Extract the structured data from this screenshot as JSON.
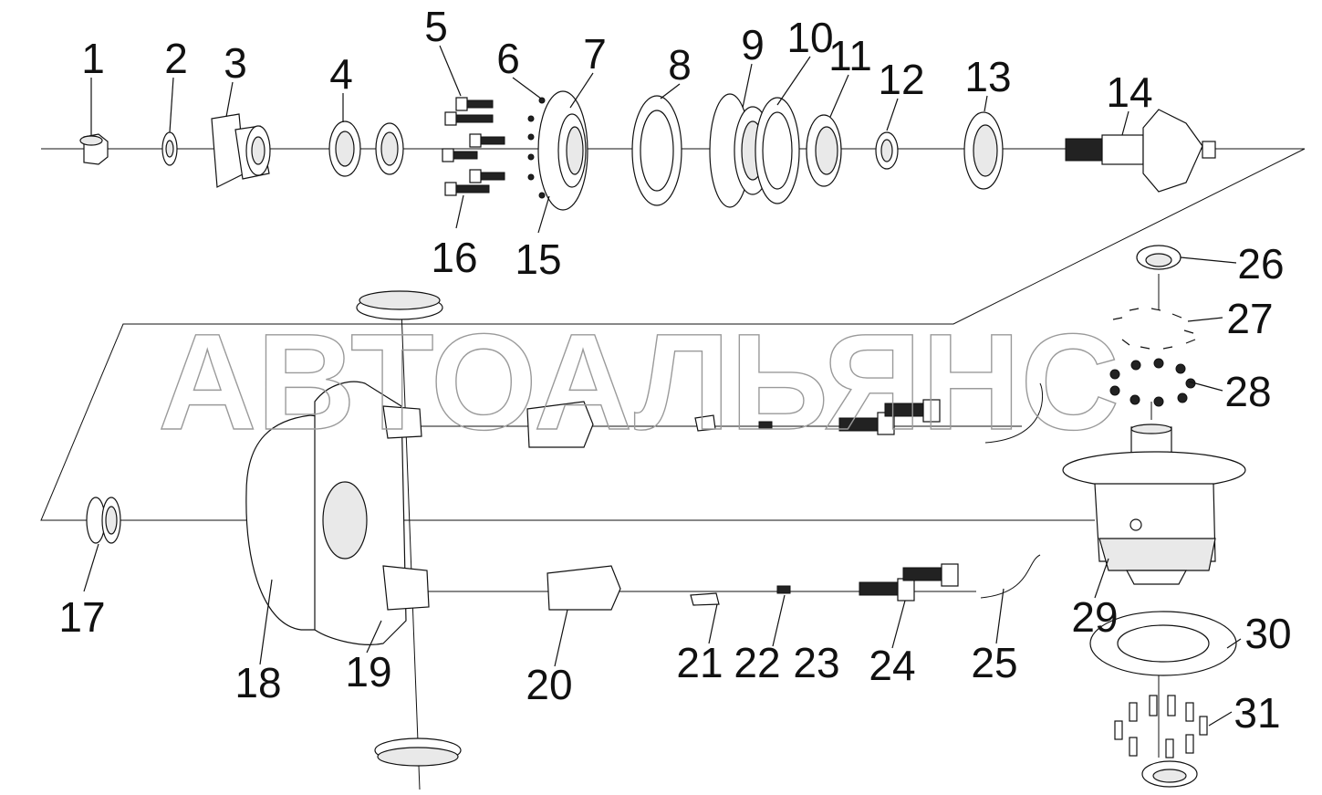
{
  "watermark": "АВТОАЛЬЯНС",
  "labels": [
    "1",
    "2",
    "3",
    "4",
    "5",
    "6",
    "7",
    "8",
    "9",
    "10",
    "11",
    "12",
    "13",
    "14",
    "15",
    "16",
    "17",
    "18",
    "19",
    "20",
    "21",
    "22",
    "23",
    "24",
    "25",
    "26",
    "27",
    "28",
    "29",
    "30",
    "31"
  ]
}
